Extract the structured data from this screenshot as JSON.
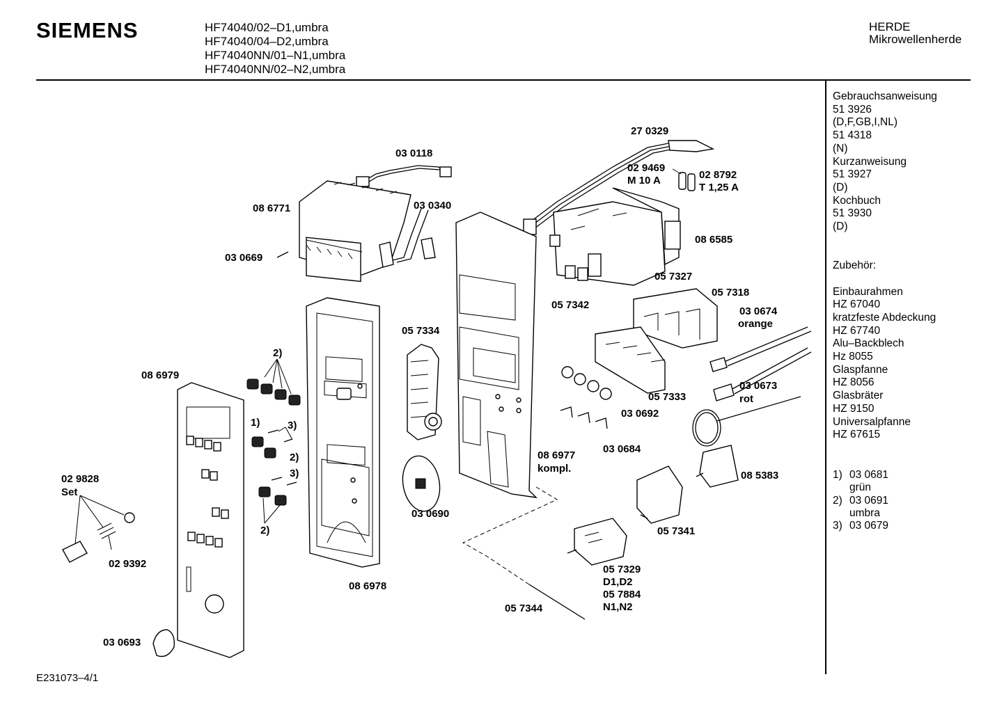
{
  "header": {
    "brand": "SIEMENS",
    "models": [
      "HF74040/02–D1,umbra",
      "HF74040/04–D2,umbra",
      "HF74040NN/01–N1,umbra",
      "HF74040NN/02–N2,umbra"
    ],
    "category_1": "HERDE",
    "category_2": "Mikrowellenherde"
  },
  "sidebar": {
    "lines": [
      "Gebrauchsanweisung",
      "51 3926",
      "(D,F,GB,I,NL)",
      "51 4318",
      "(N)",
      "Kurzanweisung",
      "51 3927",
      "(D)",
      "Kochbuch",
      "51 3930",
      "(D)",
      "",
      "",
      "Zubehör:",
      "",
      "Einbaurahmen",
      "HZ 67040",
      "kratzfeste Abdeckung",
      "HZ 67740",
      "Alu–Backblech",
      "Hz 8055",
      "Glaspfanne",
      "HZ 8056",
      "Glasbräter",
      "HZ 9150",
      "Universalpfanne",
      "HZ 67615"
    ],
    "footnotes": [
      {
        "num": "1)",
        "code": "03 0681",
        "desc": "grün"
      },
      {
        "num": "2)",
        "code": "03 0691",
        "desc": "umbra"
      },
      {
        "num": "3)",
        "code": "03 0679",
        "desc": ""
      }
    ]
  },
  "footer": {
    "drawing_id": "E231073–4/1"
  },
  "parts": {
    "p270329": "27 0329",
    "p030118": "03 0118",
    "p029469": "02 9469",
    "m10a": "M 10 A",
    "p028792": "02 8792",
    "t125a": "T 1,25 A",
    "p086771": "08 6771",
    "p030340": "03 0340",
    "p086585": "08 6585",
    "p030669": "03 0669",
    "p057327": "05 7327",
    "p057318": "05 7318",
    "p057342": "05 7342",
    "p030674": "03 0674",
    "orange": "orange",
    "p057334": "05 7334",
    "fn2a": "2)",
    "p086979": "08 6979",
    "p030673": "03 0673",
    "rot": "rot",
    "p057333": "05 7333",
    "fn1": "1)",
    "fn3a": "3)",
    "p030692": "03 0692",
    "fn2b": "2)",
    "p030684": "03 0684",
    "p086977": "08 6977",
    "kompl": "kompl.",
    "fn3b": "3)",
    "p029828": "02 9828",
    "set": "Set",
    "p085383": "08 5383",
    "p030690": "03 0690",
    "fn2c": "2)",
    "p057341": "05 7341",
    "p029392": "02 9392",
    "p057329": "05 7329",
    "d1d2": "D1,D2",
    "p086978": "08 6978",
    "p057884": "05 7884",
    "p057344": "05 7344",
    "n1n2": "N1,N2",
    "p030693": "03 0693"
  }
}
